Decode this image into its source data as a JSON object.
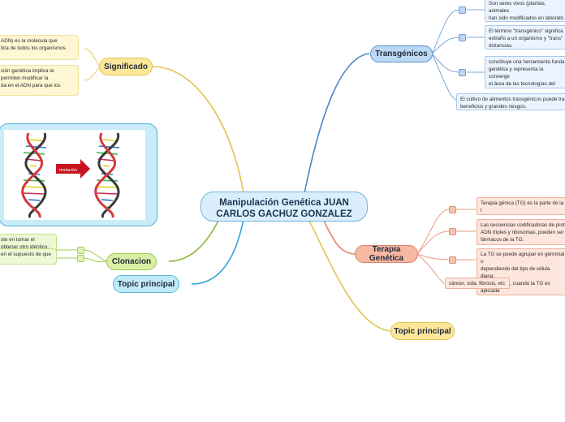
{
  "central": {
    "title": "Manipulación Genética               JUAN\nCARLOS GACHUZ GONZALEZ 3BVC"
  },
  "topics": {
    "transgenicos": "Transgénicos",
    "terapia": "Terapia Genética",
    "significado": "Significado",
    "clonacion": "Clonacion",
    "topic_left": "Topic principal",
    "topic_right": "Topic principal"
  },
  "notes": {
    "trans_1": "Son seres vivos (plantas, animales\nhan sido modificados en laborato\nde genes de otras especies para p",
    "trans_2": "El término \"transgénico\" significa\nextraño a un organismo y \"trans\"\ndistancias.",
    "trans_3": "constituye una herramienta funda\ngenética y representa la converge\nel área de las tecnologías del ADN\nla manipulación de cultivos celula",
    "trans_4": "El cultivo de alimentos transgénicos puede tra\nbeneficios y grandes riesgos.",
    "ter_1": "Terapia génica (TG) es la parte de la t\nmaterial genético en el tratamiento d",
    "ter_2": "Las secuencias codificadoras de prot\nADN triples y ribosomas, pueden ser\nfármacos de la TG.",
    "ter_3": "La TG se puede agrupar en germinal o\ndependiendo del tipo de célula diana;\nvivo e in vivo, cuando la TG es aplicada\ngerminales, espermatozoides u óvulo\npermanente en todo el organismo y e\ndescendientes del individuo.",
    "ter_4": "cáncer, sida, fibrosis, etc",
    "sig_1": "ADN) es la molécula que\ntica de todos los organismos",
    "sig_2": "ción genética implica la\npermiten modificar la\nda en el ADN para que los",
    "clon_1": "ste en tomar el\nobtener otro idéntico,\nvulos con",
    "clon_2": "en el supuesto de que"
  },
  "image": {
    "label": "mutación"
  },
  "colors": {
    "blue": "#5b91cc",
    "salmon": "#e8866b",
    "yellow": "#e3c24e",
    "green": "#8ab83a",
    "cyan": "#2ea5d6"
  }
}
